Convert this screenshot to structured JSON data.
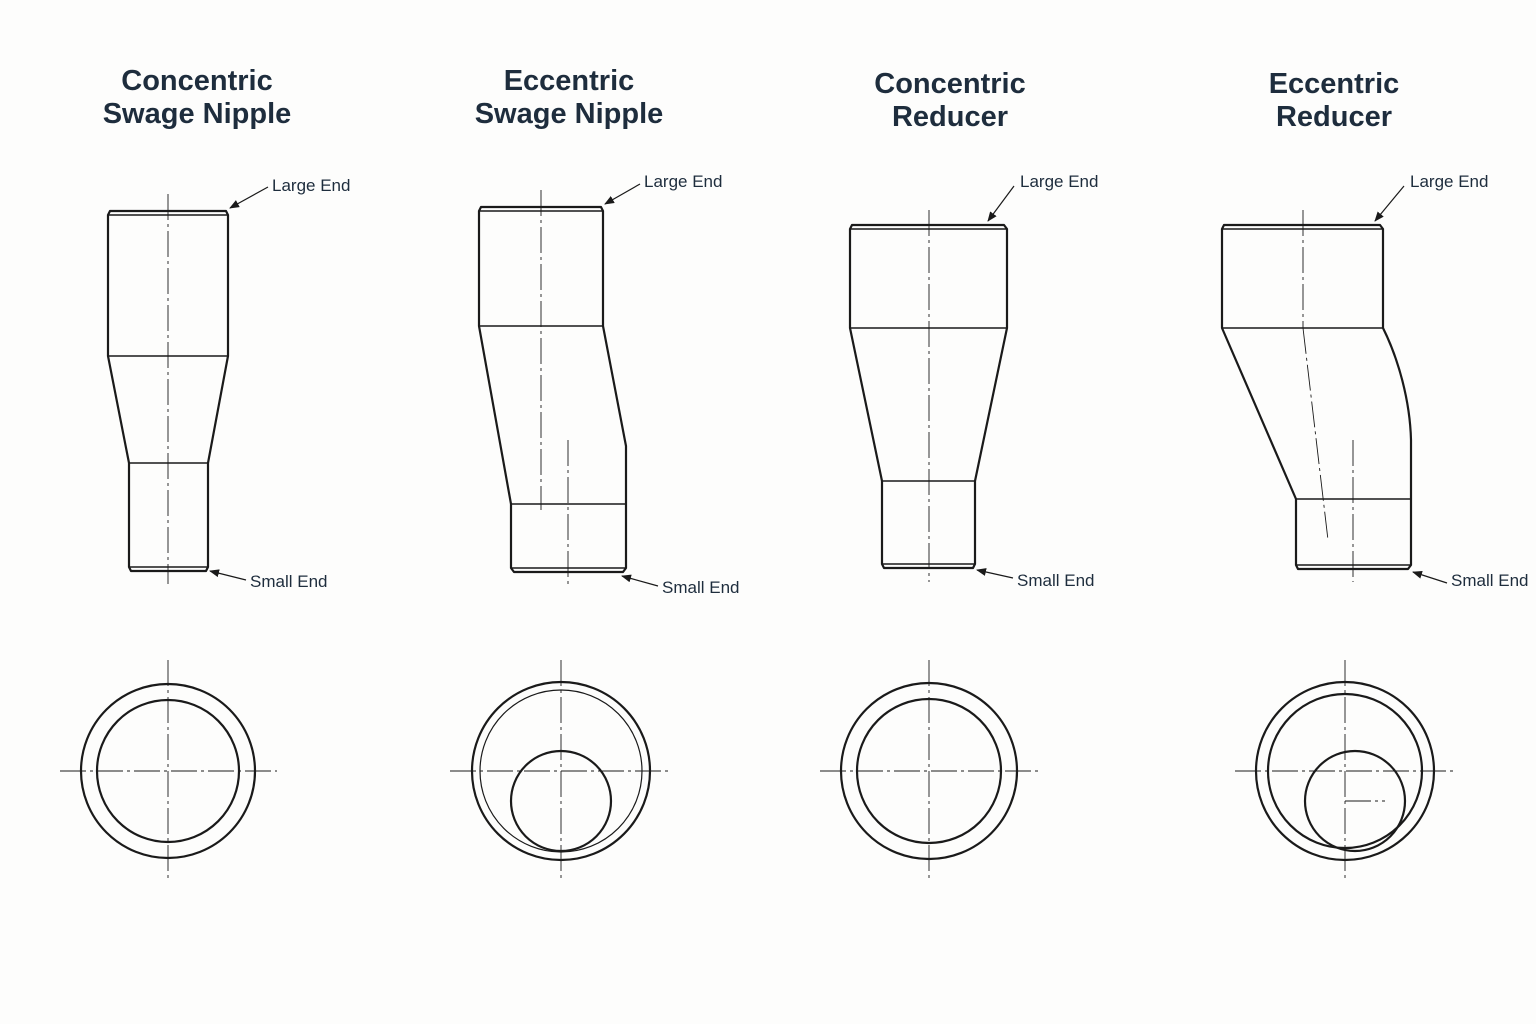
{
  "fittings": [
    {
      "title_line1": "Concentric",
      "title_line2": "Swage Nipple",
      "large_end_label": "Large End",
      "small_end_label": "Small End"
    },
    {
      "title_line1": "Eccentric",
      "title_line2": "Swage Nipple",
      "large_end_label": "Large End",
      "small_end_label": "Small End"
    },
    {
      "title_line1": "Concentric",
      "title_line2": "Reducer",
      "large_end_label": "Large End",
      "small_end_label": "Small End"
    },
    {
      "title_line1": "Eccentric",
      "title_line2": "Reducer",
      "large_end_label": "Large End",
      "small_end_label": "Small End"
    }
  ],
  "colors": {
    "title_text": "#1e2d3d",
    "label_text": "#1e2d3d",
    "line": "#1a1a1a",
    "background": "#fdfdfc"
  }
}
